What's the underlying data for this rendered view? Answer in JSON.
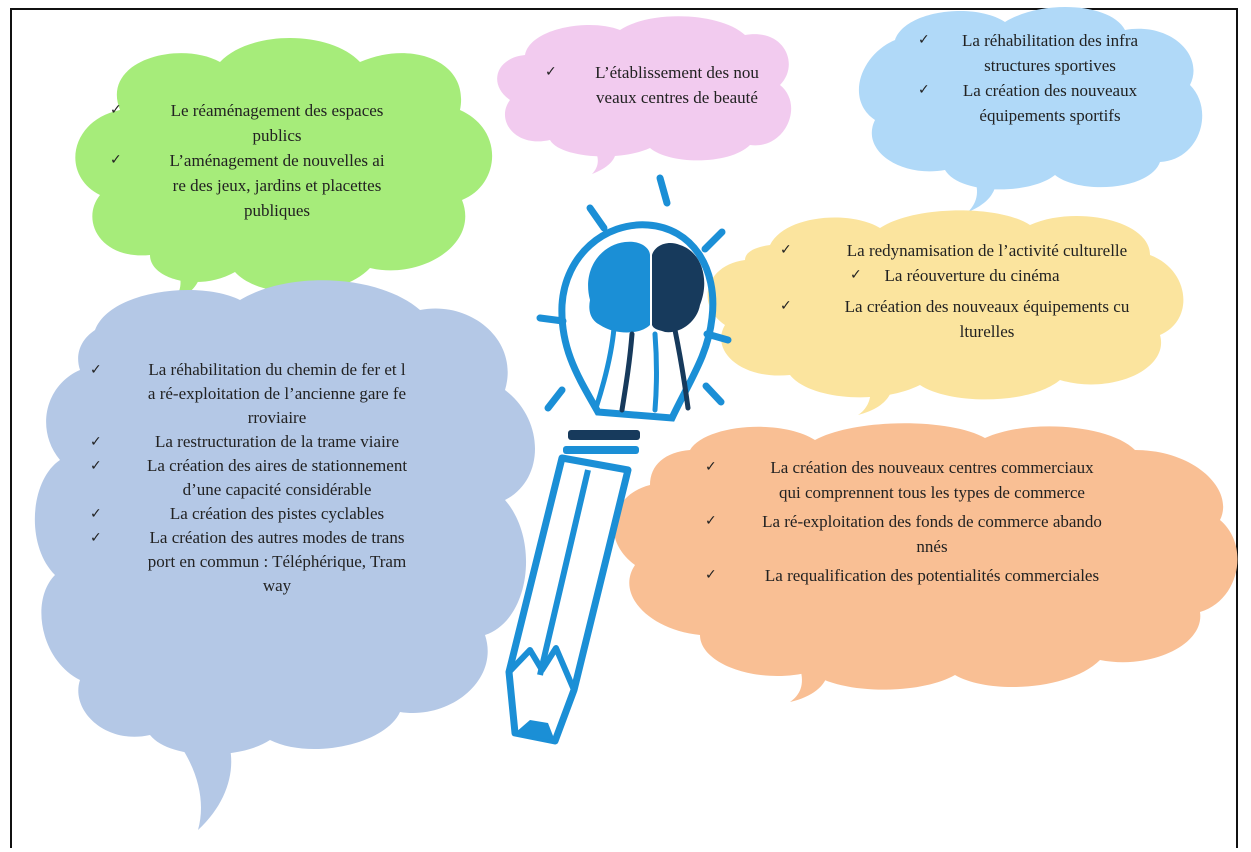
{
  "check_mark": "✓",
  "colors": {
    "green": "#a6ec7a",
    "pink": "#f2cbef",
    "light_blue": "#b0d9f8",
    "yellow": "#fbe49e",
    "steel_blue": "#b4c8e6",
    "orange": "#f9bf94",
    "icon_blue": "#1b8fd6",
    "icon_dark": "#173a5c"
  },
  "clouds": {
    "green": {
      "items": [
        {
          "lines": [
            "Le réaménagement des espaces",
            "publics"
          ]
        },
        {
          "lines": [
            "L’aménagement de nouvelles ai",
            "re des jeux, jardins et placettes",
            "publiques"
          ]
        }
      ]
    },
    "pink": {
      "items": [
        {
          "lines": [
            "L’établissement des nou",
            "veaux centres de beauté"
          ]
        }
      ]
    },
    "light_blue": {
      "items": [
        {
          "lines": [
            "La réhabilitation des infra",
            "structures sportives"
          ]
        },
        {
          "lines": [
            "La création des nouveaux",
            "équipements sportifs"
          ]
        }
      ]
    },
    "yellow": {
      "items": [
        {
          "lines": [
            "La redynamisation de l’activité culturelle"
          ]
        },
        {
          "lines": [
            "La réouverture du cinéma"
          ]
        },
        {
          "lines": [
            "La création des nouveaux équipements cu",
            "lturelles"
          ]
        }
      ]
    },
    "steel_blue": {
      "items": [
        {
          "lines": [
            "La réhabilitation du chemin de fer et l",
            "a ré-exploitation de l’ancienne gare fe",
            "rroviaire"
          ]
        },
        {
          "lines": [
            "La restructuration de la trame viaire"
          ]
        },
        {
          "lines": [
            "La création des aires de stationnement",
            "d’une capacité considérable"
          ]
        },
        {
          "lines": [
            "La création des pistes cyclables"
          ]
        },
        {
          "lines": [
            "La création des autres modes de trans",
            "port en commun : Téléphérique, Tram",
            "way"
          ]
        }
      ]
    },
    "orange": {
      "items": [
        {
          "lines": [
            "La création des nouveaux centres commerciaux",
            "qui comprennent tous les types de commerce"
          ]
        },
        {
          "lines": [
            "La ré-exploitation des fonds de commerce abando",
            "nnés"
          ]
        },
        {
          "lines": [
            "La requalification des potentialités commerciales"
          ]
        }
      ]
    }
  },
  "icons": [
    "lightbulb-brain-icon",
    "pencil-icon"
  ]
}
